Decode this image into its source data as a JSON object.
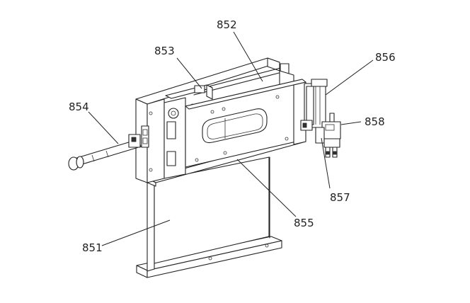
{
  "labels": {
    "l851": "851",
    "l852": "852",
    "l853": "853",
    "l854": "854",
    "l855": "855",
    "l856": "856",
    "l857": "857",
    "l858": "858"
  },
  "colors": {
    "line": "#222222",
    "background": "#ffffff"
  }
}
